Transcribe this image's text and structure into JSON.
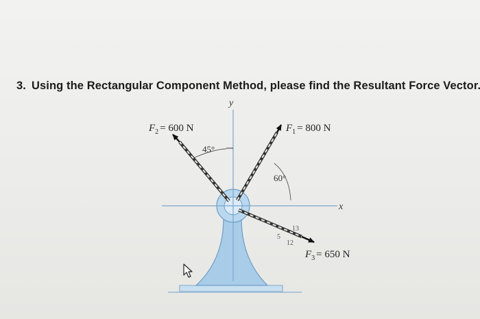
{
  "question": {
    "number": "3.",
    "text": "Using the Rectangular Component Method, please find the Resultant Force Vector."
  },
  "figure": {
    "forces": [
      {
        "symbol": "F",
        "sub": "1",
        "value": "= 800 N"
      },
      {
        "symbol": "F",
        "sub": "2",
        "value": "= 600 N"
      },
      {
        "symbol": "F",
        "sub": "3",
        "value": "= 650 N"
      }
    ],
    "angle_f2": "45°",
    "angle_f1": "60°",
    "axis_x": "x",
    "axis_y": "y",
    "slope": {
      "run": "12",
      "rise": "5",
      "hyp": "13"
    }
  },
  "colors": {
    "post": "#a9cde9",
    "post_edge": "#6d9cc4",
    "axis": "#7aa6cf",
    "arrow": "#111111"
  }
}
